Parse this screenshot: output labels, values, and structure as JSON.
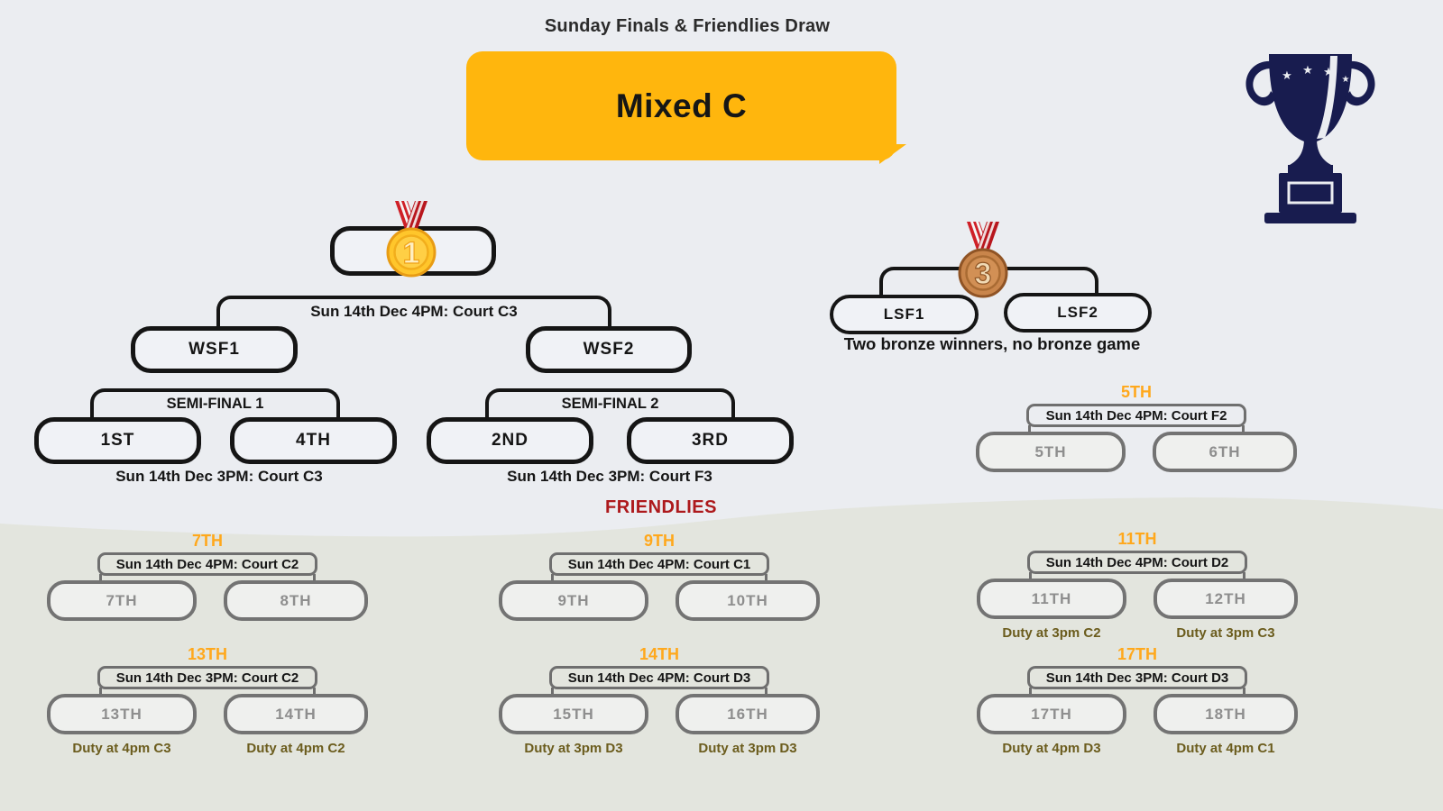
{
  "page_title": "Sunday Finals & Friendlies Draw",
  "division_label": "Mixed C",
  "icons": {
    "trophy": "trophy-icon",
    "gold_medal": "gold-medal-icon",
    "bronze_medal": "bronze-medal-icon"
  },
  "colors": {
    "accent_orange": "#FFB60D",
    "heading_orange": "#FFA81C",
    "friendlies_red": "#AD191C",
    "duty_olive": "#6B5C1D",
    "bracket_black": "#151515",
    "bracket_gray": "#6F6F6F",
    "trophy_navy": "#181C4F",
    "bg_top": "#EBEDF1",
    "bg_bottom": "#E3E5DE"
  },
  "finals": {
    "final": {
      "schedule": "Sun 14th Dec 4PM: Court C3",
      "medal_number": "1"
    },
    "winners": {
      "left": "WSF1",
      "right": "WSF2"
    },
    "semi1": {
      "label": "SEMI-FINAL 1",
      "left": "1ST",
      "right": "4TH",
      "schedule": "Sun 14th Dec 3PM: Court C3"
    },
    "semi2": {
      "label": "SEMI-FINAL 2",
      "left": "2ND",
      "right": "3RD",
      "schedule": "Sun 14th Dec 3PM: Court F3"
    },
    "bronze": {
      "medal_number": "3",
      "left": "LSF1",
      "right": "LSF2",
      "note": "Two bronze winners, no bronze game"
    },
    "fifth": {
      "heading": "5TH",
      "schedule": "Sun 14th Dec 4PM: Court F2",
      "left": "5TH",
      "right": "6TH"
    }
  },
  "friendlies": {
    "heading": "FRIENDLIES",
    "groups": [
      {
        "heading": "7TH",
        "schedule": "Sun 14th Dec 4PM: Court C2",
        "left": "7TH",
        "right": "8TH",
        "left_duty": "",
        "right_duty": ""
      },
      {
        "heading": "9TH",
        "schedule": "Sun 14th Dec 4PM: Court C1",
        "left": "9TH",
        "right": "10TH",
        "left_duty": "",
        "right_duty": ""
      },
      {
        "heading": "11TH",
        "schedule": "Sun 14th Dec 4PM: Court D2",
        "left": "11TH",
        "right": "12TH",
        "left_duty": "Duty at 3pm C2",
        "right_duty": "Duty at 3pm C3"
      },
      {
        "heading": "13TH",
        "schedule": "Sun 14th Dec 3PM: Court C2",
        "left": "13TH",
        "right": "14TH",
        "left_duty": "Duty at 4pm C3",
        "right_duty": "Duty at 4pm C2"
      },
      {
        "heading": "14TH",
        "schedule": "Sun 14th Dec 4PM: Court D3",
        "left": "15TH",
        "right": "16TH",
        "left_duty": "Duty at 3pm D3",
        "right_duty": "Duty at 3pm D3"
      },
      {
        "heading": "17TH",
        "schedule": "Sun 14th Dec 3PM: Court D3",
        "left": "17TH",
        "right": "18TH",
        "left_duty": "Duty at 4pm D3",
        "right_duty": "Duty at 4pm C1"
      }
    ]
  }
}
